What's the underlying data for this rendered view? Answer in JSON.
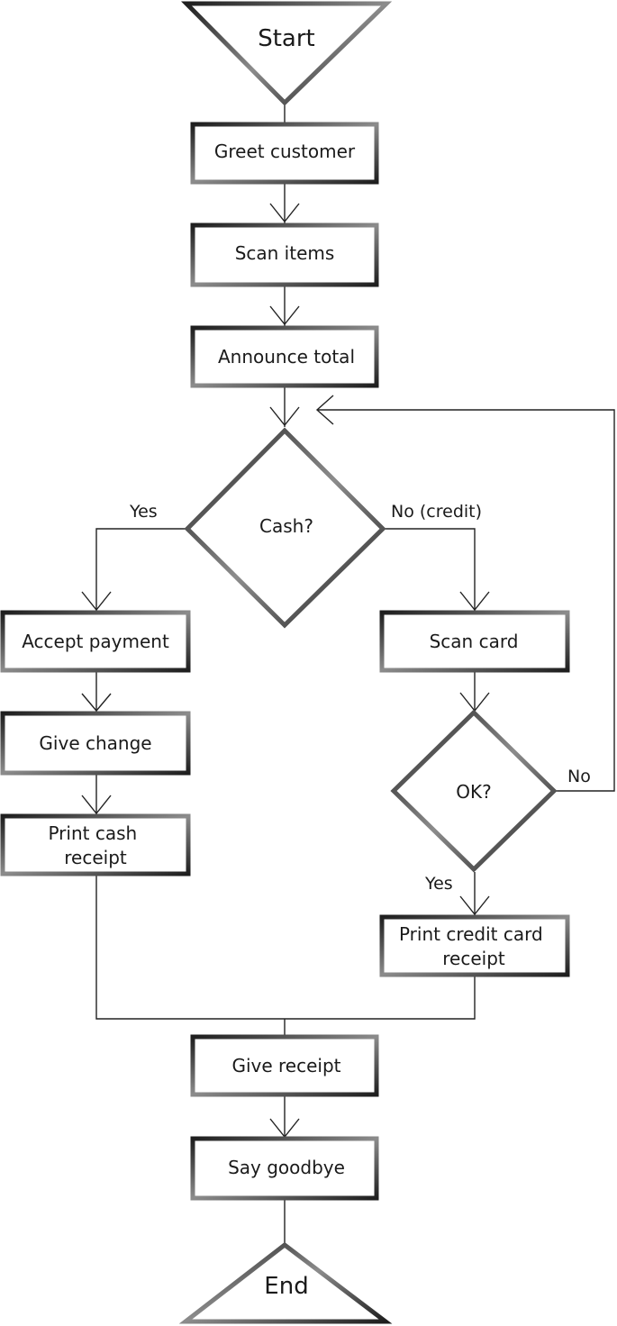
{
  "diagram": {
    "start": "Start",
    "greet": "Greet customer",
    "scan_items": "Scan items",
    "announce_total": "Announce total",
    "cash_decision": "Cash?",
    "accept_payment": "Accept payment",
    "give_change": "Give change",
    "print_cash_receipt": [
      "Print cash",
      "receipt"
    ],
    "scan_card": "Scan card",
    "ok_decision": "OK?",
    "print_credit_receipt": [
      "Print credit card",
      "receipt"
    ],
    "give_receipt": "Give receipt",
    "say_goodbye": "Say goodbye",
    "end": "End",
    "edge_labels": {
      "cash_yes": "Yes",
      "cash_no": "No (credit)",
      "ok_no": "No",
      "ok_yes": "Yes"
    }
  },
  "colors": {
    "stroke_dark": "#1e1e1e",
    "stroke_light": "#8c8c8c",
    "line": "#222222",
    "text": "#1a1a1a"
  }
}
